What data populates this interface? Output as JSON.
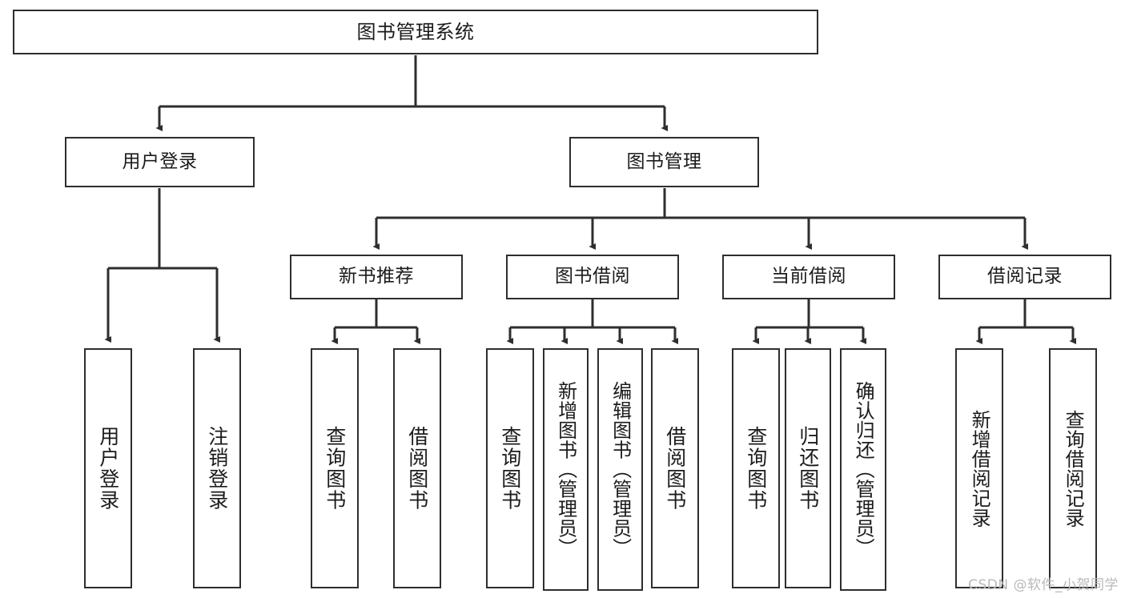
{
  "diagram": {
    "title": "图书管理系统",
    "type": "tree",
    "watermark": "CSDN @软件_小贺同学",
    "colors": {
      "node_border": "#2e2e2e",
      "node_fill": "#ffffff",
      "connector": "#2e2e2e",
      "text": "#1b1b1b",
      "watermark": "#b9b9b9"
    },
    "nodes": {
      "root": {
        "id": "root",
        "label": "图书管理系统"
      },
      "level1": [
        {
          "id": "user-login",
          "label": "用户登录"
        },
        {
          "id": "book-management",
          "label": "图书管理"
        }
      ],
      "level2": [
        {
          "id": "new-book-recommend",
          "label": "新书推荐",
          "parent": "book-management"
        },
        {
          "id": "book-borrow",
          "label": "图书借阅",
          "parent": "book-management"
        },
        {
          "id": "current-borrow",
          "label": "当前借阅",
          "parent": "book-management"
        },
        {
          "id": "borrow-record",
          "label": "借阅记录",
          "parent": "book-management"
        }
      ],
      "leaves": {
        "user-login": [
          {
            "id": "leaf-user-login",
            "label": "用户登录"
          },
          {
            "id": "leaf-logout",
            "label": "注销登录"
          }
        ],
        "new-book-recommend": [
          {
            "id": "leaf-query-book-1",
            "label": "查询图书"
          },
          {
            "id": "leaf-borrow-book-1",
            "label": "借阅图书"
          }
        ],
        "book-borrow": [
          {
            "id": "leaf-query-book-2",
            "label": "查询图书"
          },
          {
            "id": "leaf-add-book",
            "label": "新增图书（管理员）"
          },
          {
            "id": "leaf-edit-book",
            "label": "编辑图书（管理员）"
          },
          {
            "id": "leaf-borrow-book-2",
            "label": "借阅图书"
          }
        ],
        "current-borrow": [
          {
            "id": "leaf-query-book-3",
            "label": "查询图书"
          },
          {
            "id": "leaf-return-book",
            "label": "归还图书"
          },
          {
            "id": "leaf-confirm-return",
            "label": "确认归还（管理员）"
          }
        ],
        "borrow-record": [
          {
            "id": "leaf-add-record",
            "label": "新增借阅记录"
          },
          {
            "id": "leaf-query-record",
            "label": "查询借阅记录"
          }
        ]
      }
    }
  }
}
